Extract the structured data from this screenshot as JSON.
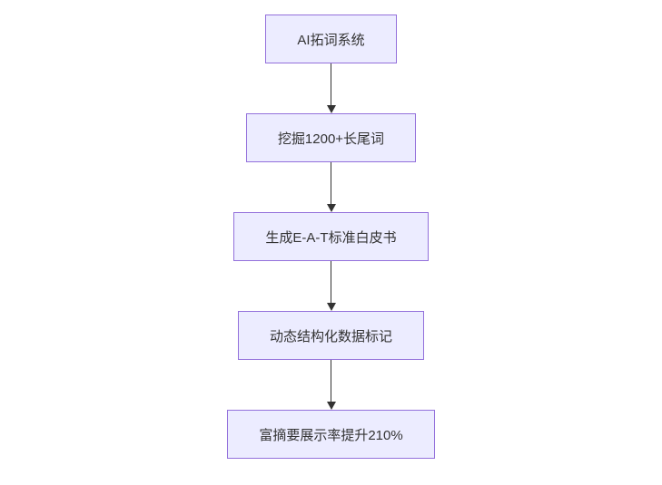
{
  "diagram": {
    "type": "flowchart",
    "direction": "top-down",
    "nodes": [
      {
        "id": "A",
        "label": "AI拓词系统"
      },
      {
        "id": "B",
        "label": "挖掘1200+长尾词"
      },
      {
        "id": "C",
        "label": "生成E-A-T标准白皮书"
      },
      {
        "id": "D",
        "label": "动态结构化数据标记"
      },
      {
        "id": "E",
        "label": "富摘要展示率提升210%"
      }
    ],
    "edges": [
      {
        "from": "A",
        "to": "B"
      },
      {
        "from": "B",
        "to": "C"
      },
      {
        "from": "C",
        "to": "D"
      },
      {
        "from": "D",
        "to": "E"
      }
    ],
    "colors": {
      "node_fill": "#ECECFF",
      "node_border": "#9370DB",
      "node_text": "#333333",
      "arrow": "#333333",
      "background": "#FFFFFF"
    }
  }
}
